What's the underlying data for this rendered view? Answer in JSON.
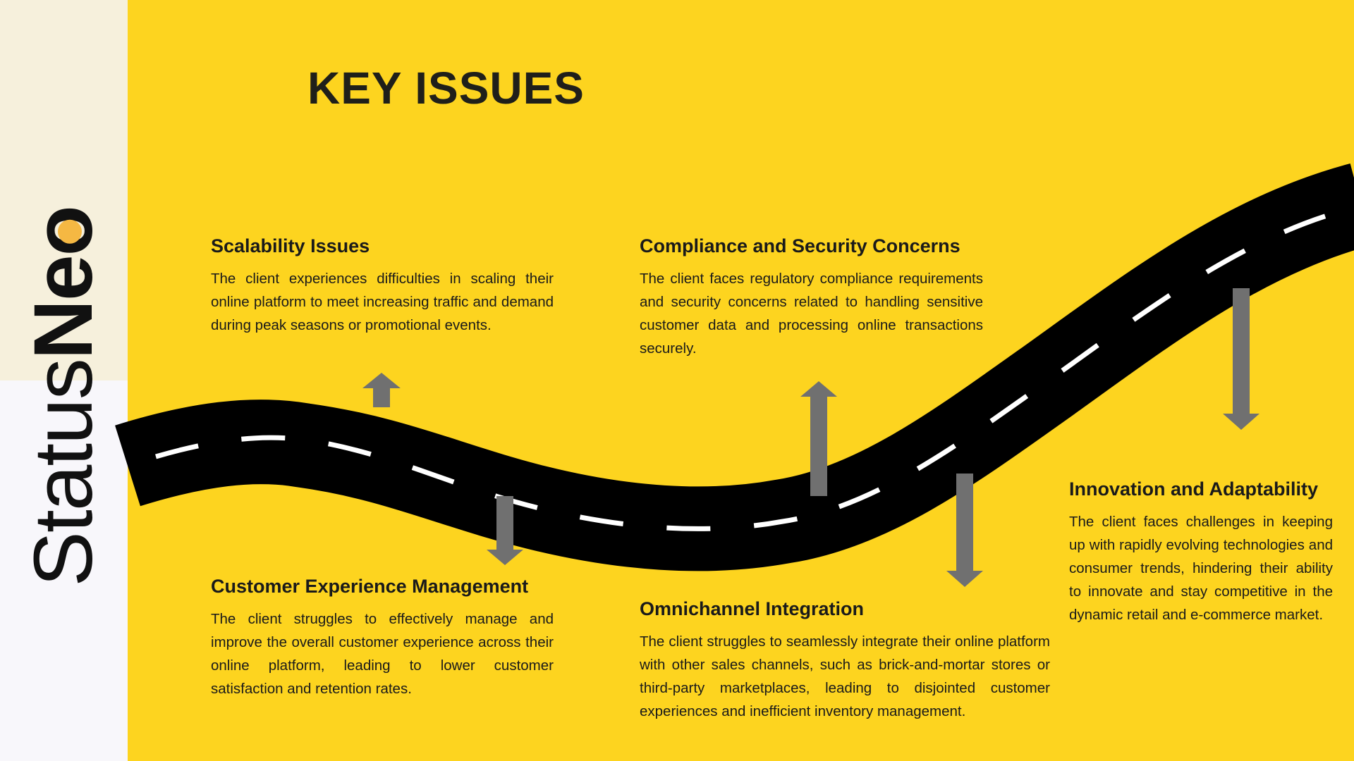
{
  "brand": {
    "logo_text_1": "Status",
    "logo_text_2": "Ne",
    "logo_text_3": "o",
    "accent": "#f5b843"
  },
  "title": "KEY ISSUES",
  "colors": {
    "background": "#fdd41f",
    "road": "#000000",
    "arrow": "#707070"
  },
  "issues": [
    {
      "heading": "Scalability Issues",
      "body": "The client experiences difficulties in scaling their online platform to meet increasing traffic and demand during peak seasons or promotional events."
    },
    {
      "heading": "Compliance and Security Concerns",
      "body": "The client faces regulatory compliance requirements and security concerns related to handling sensitive customer data and processing online transactions securely."
    },
    {
      "heading": "Customer Experience Management",
      "body": "The client struggles to effectively manage and improve the overall customer experience across their online platform, leading to lower customer satisfaction and retention rates."
    },
    {
      "heading": "Omnichannel Integration",
      "body": "The client struggles to seamlessly integrate their online platform with other sales channels, such as brick-and-mortar stores or third-party marketplaces, leading to disjointed customer experiences and inefficient inventory management."
    },
    {
      "heading": "Innovation and Adaptability",
      "body": "The client faces challenges in keeping up with rapidly evolving technologies and consumer trends, hindering their ability to innovate and stay competitive in the dynamic retail and e-commerce market."
    }
  ]
}
